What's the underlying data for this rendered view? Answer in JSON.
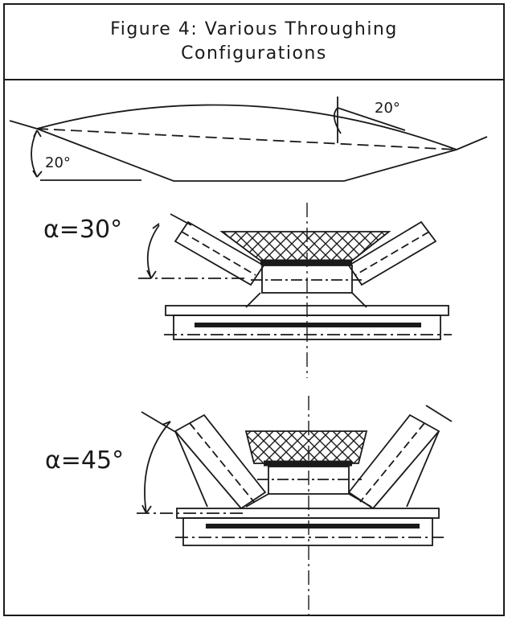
{
  "figure": {
    "caption": "Figure 4: Various Throughing Configurations"
  },
  "diagram": {
    "top_view": {
      "angle_left": "20°",
      "angle_right": "20°"
    },
    "trough_30": {
      "angle_label": "α=30°"
    },
    "trough_45": {
      "angle_label": "α=45°"
    }
  },
  "colors": {
    "ink": "#1a1a1a",
    "background": "#ffffff"
  }
}
